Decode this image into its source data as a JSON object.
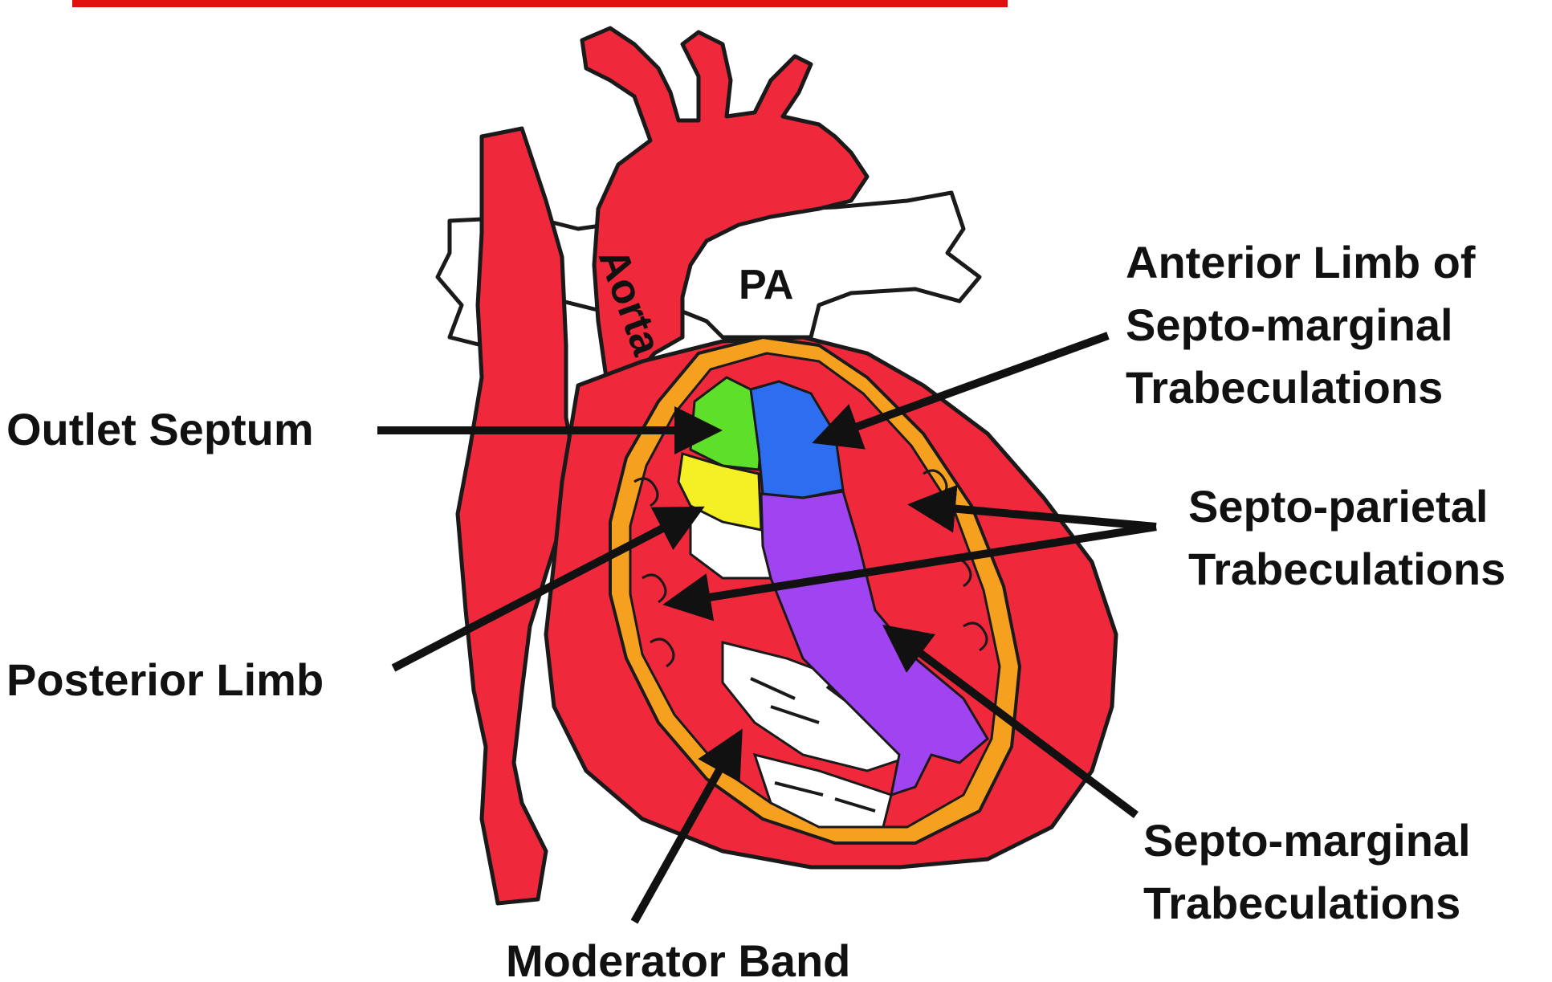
{
  "diagram": {
    "vessel_labels": {
      "aorta": "Aorta",
      "pa": "PA"
    },
    "callouts": {
      "outlet_septum": [
        "Outlet Septum"
      ],
      "posterior_limb": [
        "Posterior Limb"
      ],
      "moderator_band": [
        "Moderator Band"
      ],
      "anterior_limb": [
        "Anterior Limb of",
        "Septo-marginal",
        "Trabeculations"
      ],
      "septo_parietal": [
        "Septo-parietal",
        "Trabeculations"
      ],
      "septo_marginal": [
        "Septo-marginal",
        "Trabeculations"
      ]
    },
    "colors": {
      "heart_red": "#f0283c",
      "outline": "#1a1a1a",
      "rv_wall_orange": "#f5a01e",
      "outlet_septum_green": "#5ee02a",
      "posterior_limb_yellow": "#f5f024",
      "anterior_limb_blue": "#2d6ef0",
      "septomarginal_purple": "#a043f0",
      "header_bar_red": "#e01010"
    }
  }
}
